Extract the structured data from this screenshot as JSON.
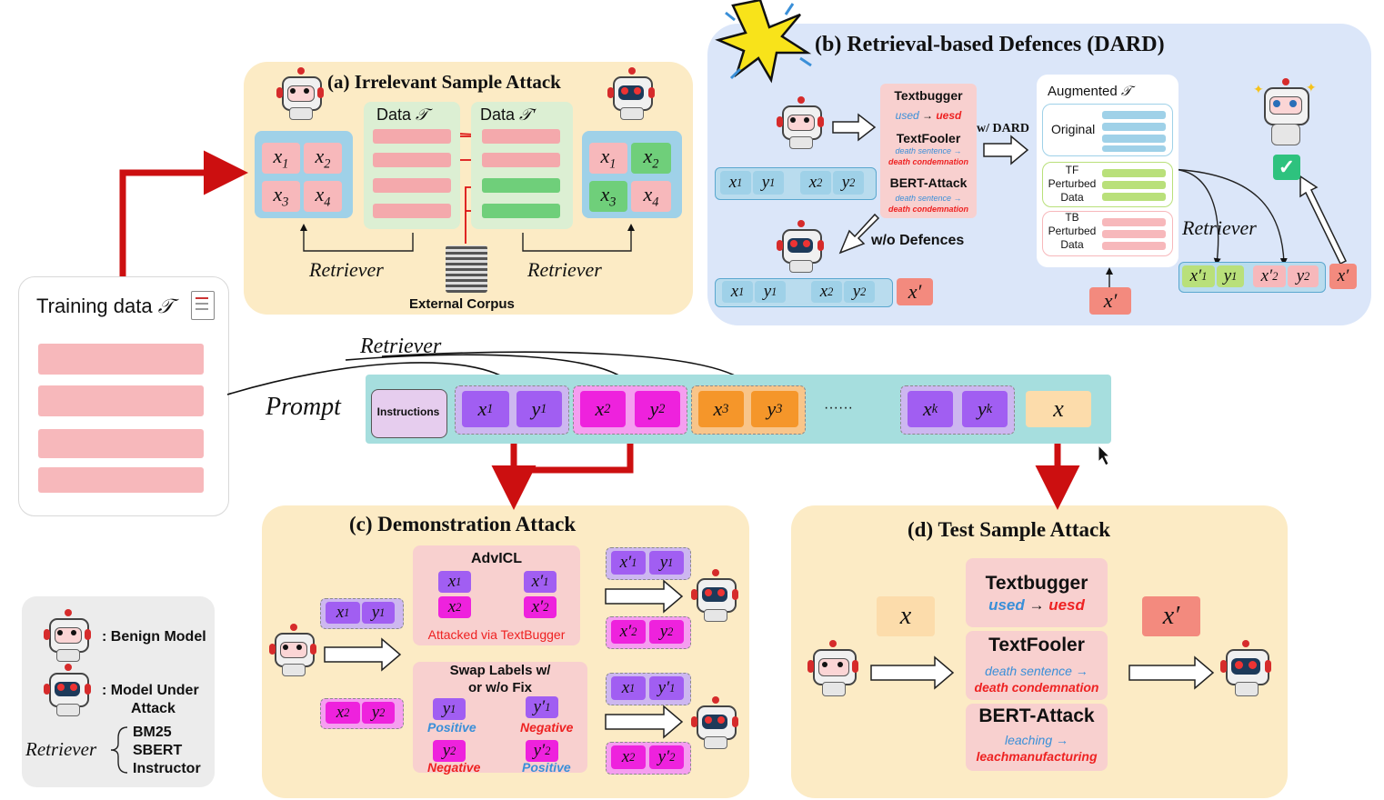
{
  "panel_a": {
    "title": "(a) Irrelevant Sample Attack",
    "data_label": "Data",
    "data_symbol": "𝒯",
    "data_prime_label": "Data",
    "data_prime_symbol": "𝒯′",
    "retriever_left": "Retriever",
    "retriever_right": "Retriever",
    "external_corpus": "External Corpus",
    "left_tokens": [
      "x1",
      "x2",
      "x3",
      "x4"
    ],
    "right_tokens": [
      "x1",
      "x2",
      "x3",
      "x4"
    ]
  },
  "panel_b": {
    "title": "(b) Retrieval-based Defences (DARD)",
    "textbugger": "Textbugger",
    "tb_from": "used",
    "tb_to": "uesd",
    "textfooler": "TextFooler",
    "tf_from": "death sentence",
    "tf_to": "death condemnation",
    "bert": "BERT-Attack",
    "bert_from": "death sentence",
    "bert_to": "death condemnation",
    "w_dard": "w/ DARD",
    "wo_defences": "w/o Defences",
    "augmented": "Augmented",
    "augmented_symbol": "𝒯",
    "original": "Original",
    "tf_perturbed": [
      "TF",
      "Perturbed",
      "Data"
    ],
    "tb_perturbed": [
      "TB",
      "Perturbed",
      "Data"
    ],
    "retriever": "Retriever",
    "x_prime": "x′"
  },
  "training": {
    "title": "Training data",
    "symbol": "𝒯"
  },
  "prompt": {
    "retriever": "Retriever",
    "label": "Prompt",
    "instructions": "Instructions",
    "ellipsis": "······",
    "query": "x"
  },
  "panel_c": {
    "title": "(c) Demonstration Attack",
    "advicl": "AdvICL",
    "advicl_note": "Attacked via TextBugger",
    "swap_title": [
      "Swap Labels w/",
      "or w/o Fix"
    ],
    "positive": "Positive",
    "negative": "Negative"
  },
  "panel_d": {
    "title": "(d) Test Sample Attack",
    "textbugger": "Textbugger",
    "tb_from": "used",
    "tb_to": "uesd",
    "textfooler": "TextFooler",
    "tf_from": "death sentence",
    "tf_to": "death condemnation",
    "bert": "BERT-Attack",
    "bert_from": "leaching",
    "bert_to": "leachmanufacturing",
    "x": "x",
    "x_prime": "x′"
  },
  "legend": {
    "benign": ": Benign Model",
    "under_attack": [
      ": Model Under",
      "Attack"
    ],
    "retriever": "Retriever",
    "retrievers": [
      "BM25",
      "SBERT",
      "Instructor"
    ]
  },
  "colors": {
    "purple": "#a15ef2",
    "magenta": "#ee22dd",
    "orange": "#f5962a",
    "pink": "#f7b8bb",
    "green": "#7fd48a",
    "red_arrow": "#cc0f10"
  }
}
